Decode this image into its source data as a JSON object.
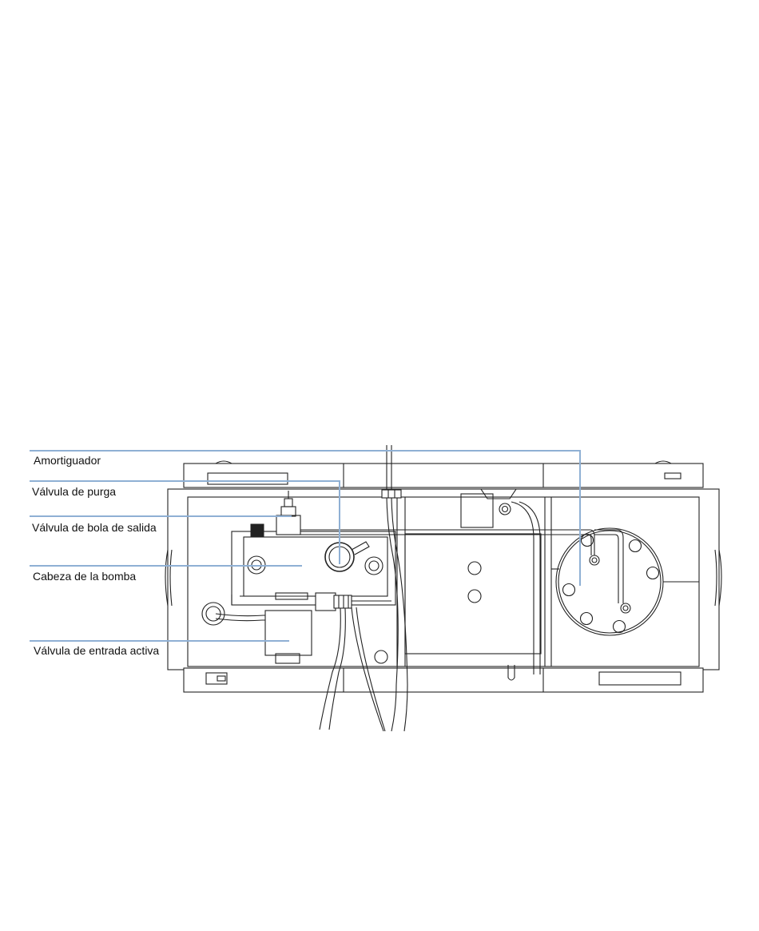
{
  "diagram": {
    "leader_color": "#8fb0d4",
    "callouts": [
      {
        "id": "amortiguador",
        "label": "Amortiguador"
      },
      {
        "id": "valvula-purga",
        "label": "Válvula de purga"
      },
      {
        "id": "valvula-bola-salida",
        "label": "Válvula de bola de salida"
      },
      {
        "id": "cabeza-bomba",
        "label": "Cabeza de la bomba"
      },
      {
        "id": "valvula-entrada-activa",
        "label": "Válvula de entrada activa"
      }
    ]
  }
}
